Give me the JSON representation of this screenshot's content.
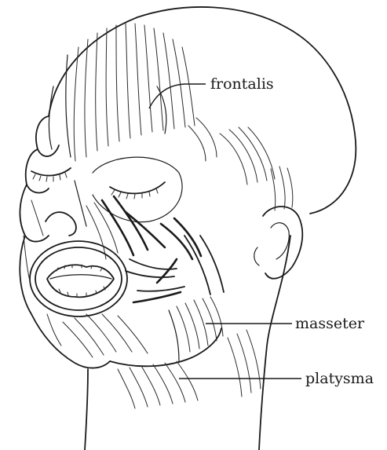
{
  "labels": {
    "frontalis": "frontalis",
    "masseter": "masseter",
    "platysma": "platysma"
  }
}
